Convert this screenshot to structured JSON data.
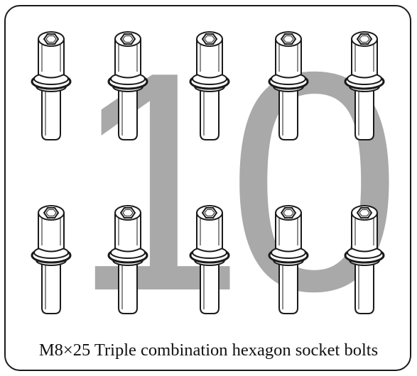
{
  "figure": {
    "quantity": "10",
    "caption": "M8×25 Triple combination hexagon socket bolts",
    "bolt_count": 10,
    "colors": {
      "outline": "#1a1a1a",
      "numeral": "#a9a9a9",
      "fill": "#ffffff"
    }
  }
}
